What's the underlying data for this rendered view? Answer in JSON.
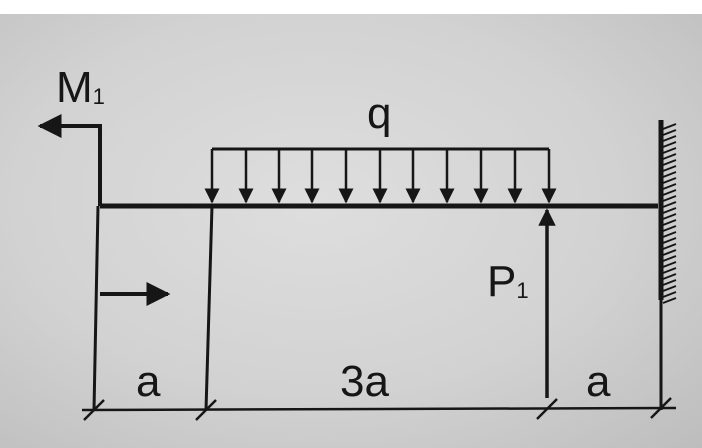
{
  "diagram": {
    "labels": {
      "moment_main": "M",
      "moment_sub": "1",
      "load": "q",
      "force_main": "P",
      "force_sub": "1"
    },
    "dimensions": [
      {
        "text": "a"
      },
      {
        "text": "3a"
      },
      {
        "text": "a"
      }
    ]
  },
  "colors": {
    "ink": "#161616",
    "paper": "#d6d6d6"
  }
}
